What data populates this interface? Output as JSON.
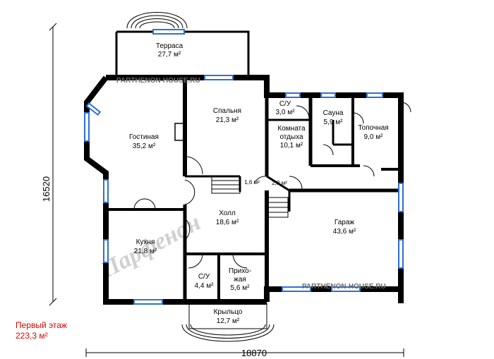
{
  "rooms": [
    {
      "name": "Терраса",
      "area": "27,7 м²"
    },
    {
      "name": "Спальня",
      "area": "21,3 м²"
    },
    {
      "name": "Гостиная",
      "area": "35,2 м²"
    },
    {
      "name": "С/У",
      "area": "3,0 м²"
    },
    {
      "name": "Сауна",
      "area": "5,9 м²"
    },
    {
      "name": "Топочная",
      "area": "9,0 м²"
    },
    {
      "name": "Комната отдыха",
      "area": "10,1 м²"
    },
    {
      "name": "Холл",
      "area": "18,6 м²"
    },
    {
      "name": "Гараж",
      "area": "43,6 м²"
    },
    {
      "name": "Кухня",
      "area": "21,8 м²"
    },
    {
      "name": "С/У",
      "area": "4,4 м²"
    },
    {
      "name": "Прихожая",
      "area": "5,6 м²"
    },
    {
      "name": "Крыльцо",
      "area": "12,7 м²"
    }
  ],
  "small_areas": [
    "1,6 м²",
    "2,8 м²"
  ],
  "room_name_lines": {
    "komnata_1": "Комната",
    "komnata_2": "отдыха",
    "prikh_1": "Прихо-",
    "prikh_2": "жая"
  },
  "dimensions": {
    "height": "16520",
    "width": "18870"
  },
  "floor_label": {
    "name": "Первый этаж",
    "area": "223,3 м²"
  },
  "watermark": {
    "text": "PARTHENON-HOUSE.RU",
    "logo_text": "Парфенон"
  },
  "colors": {
    "walls": "#000000",
    "windows": "#2e6fd8",
    "floor_label": "#e00000",
    "watermark": "#6a6a6a"
  }
}
